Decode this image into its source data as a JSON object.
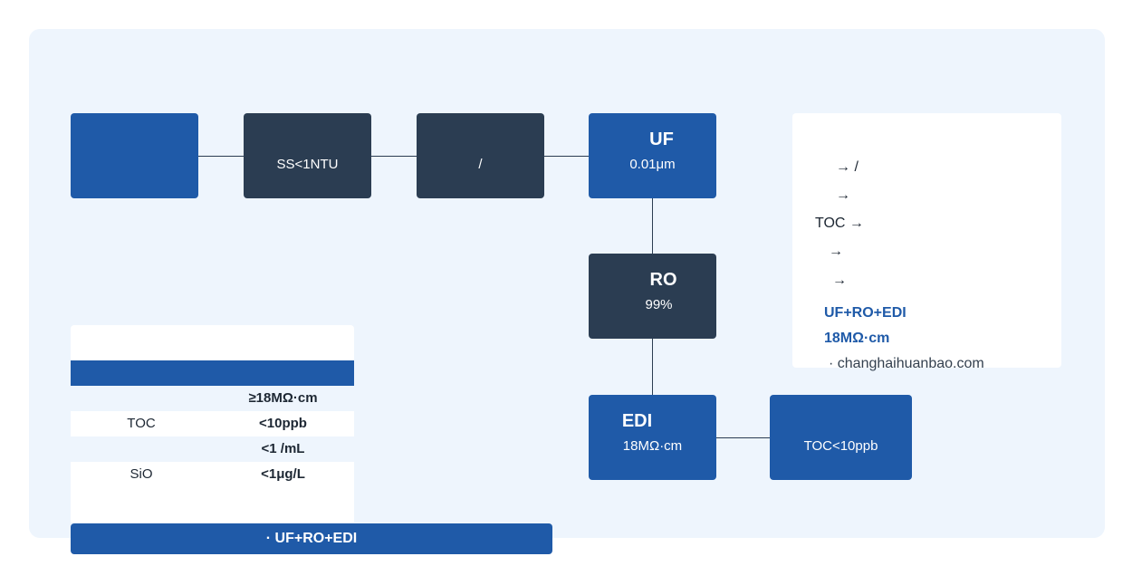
{
  "colors": {
    "primary": "#1f5aa8",
    "dark": "#2b3d52",
    "panel": "#eef5fd"
  },
  "stages": [
    {
      "title": "",
      "sub": ""
    },
    {
      "title": "",
      "sub": "SS<1NTU"
    },
    {
      "title": "",
      "sub": "/"
    },
    {
      "title": "UF",
      "sub": "0.01μm"
    },
    {
      "title": "RO",
      "sub": "99%"
    },
    {
      "title": "EDI",
      "sub": "18MΩ·cm"
    },
    {
      "title": "",
      "sub": "TOC<10ppb"
    }
  ],
  "legend": {
    "lines": [
      "→ /",
      "→",
      "TOC →",
      "→",
      "→"
    ],
    "highlight1": "UF+RO+EDI",
    "highlight2": "18MΩ·cm",
    "site": "· changhaihuanbao.com"
  },
  "table": {
    "rows": [
      {
        "param": "",
        "value": "≥18MΩ·cm"
      },
      {
        "param": "TOC",
        "value": "<10ppb"
      },
      {
        "param": "",
        "value": "<1 /mL"
      },
      {
        "param": "SiO",
        "value": "<1μg/L"
      }
    ]
  },
  "footer": {
    "label": "· UF+RO+EDI"
  }
}
